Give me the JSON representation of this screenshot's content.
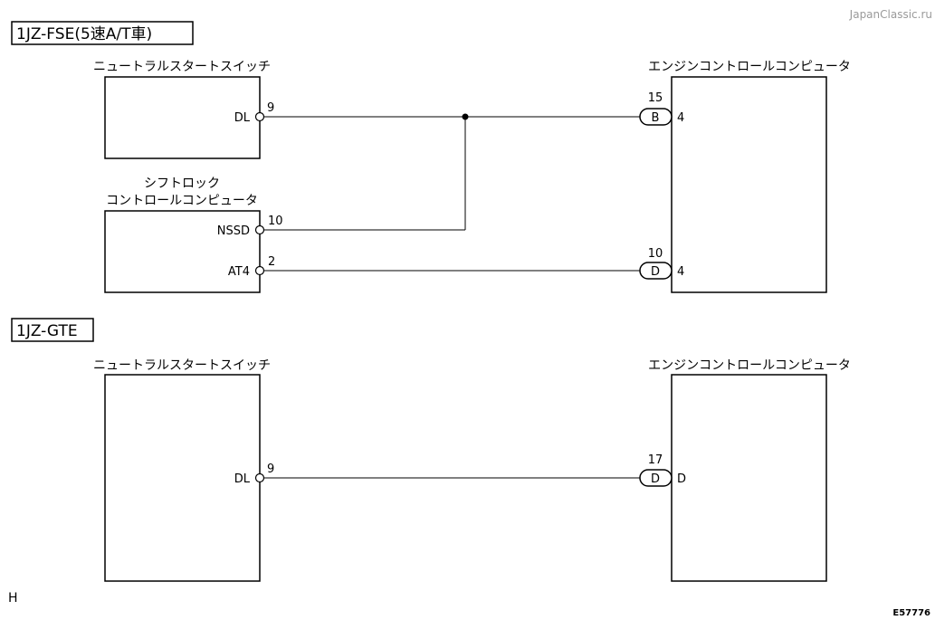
{
  "watermark": "JapanClassic.ru",
  "figure_id": "E57776",
  "corner_letter": "H",
  "section_fse": {
    "title": "1JZ-FSE(5速A/T車)",
    "neutral_switch_label": "ニュートラルスタートスイッチ",
    "engine_ecu_label": "エンジンコントロールコンピュータ",
    "shift_lock_label_1": "シフトロック",
    "shift_lock_label_2": "コントロールコンピュータ",
    "dl_terminal": "DL",
    "dl_pin": "9",
    "nssd_terminal": "NSSD",
    "nssd_pin": "10",
    "at4_terminal": "AT4",
    "at4_pin": "2",
    "conn_b_letter": "B",
    "conn_b_pin": "15",
    "conn_b_term": "4",
    "conn_d_letter": "D",
    "conn_d_pin": "10",
    "conn_d_term": "4"
  },
  "section_gte": {
    "title": "1JZ-GTE",
    "neutral_switch_label": "ニュートラルスタートスイッチ",
    "engine_ecu_label": "エンジンコントロールコンピュータ",
    "dl_terminal": "DL",
    "dl_pin": "9",
    "conn_d_letter": "D",
    "conn_d_pin": "17",
    "conn_d_term": "D"
  }
}
